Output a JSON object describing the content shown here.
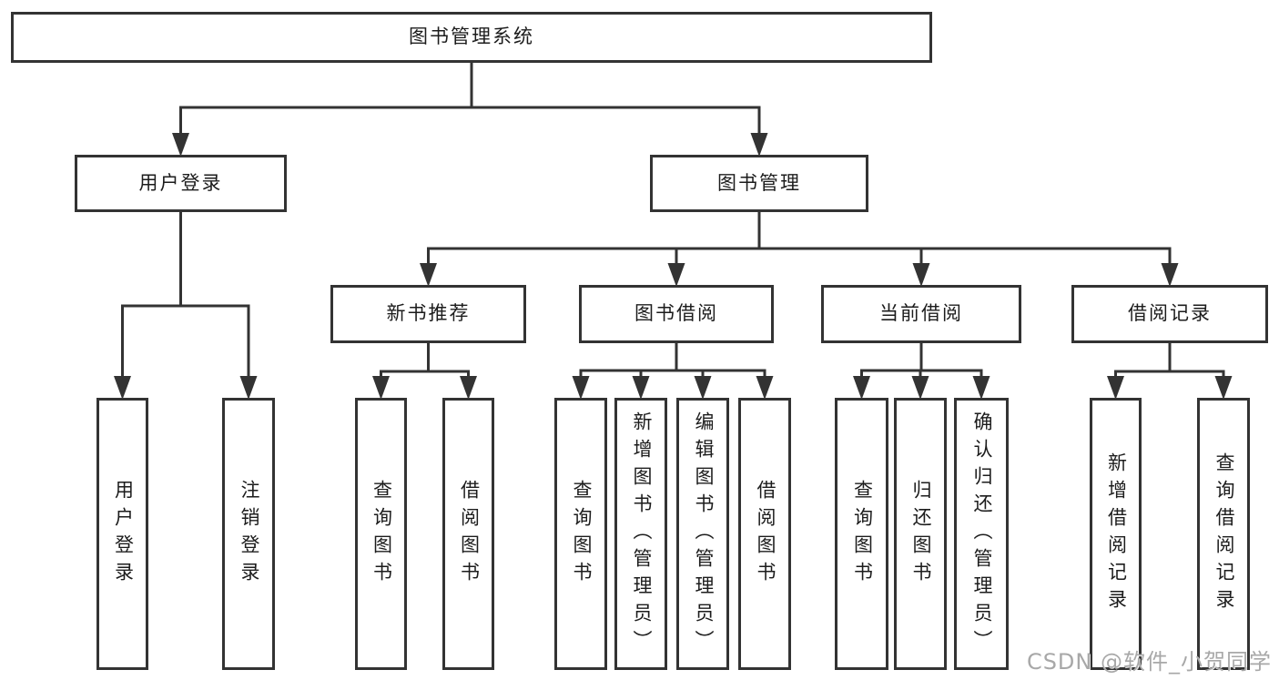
{
  "diagram": {
    "title": "图书管理系统",
    "nodes": [
      {
        "id": "root",
        "label": "图书管理系统",
        "level": 0,
        "parent": null
      },
      {
        "id": "user-login",
        "label": "用户登录",
        "level": 1,
        "parent": "root"
      },
      {
        "id": "book-mgmt",
        "label": "图书管理",
        "level": 1,
        "parent": "root"
      },
      {
        "id": "new-book-rec",
        "label": "新书推荐",
        "level": 2,
        "parent": "book-mgmt"
      },
      {
        "id": "book-borrow",
        "label": "图书借阅",
        "level": 2,
        "parent": "book-mgmt"
      },
      {
        "id": "current-borrow",
        "label": "当前借阅",
        "level": 2,
        "parent": "book-mgmt"
      },
      {
        "id": "borrow-record",
        "label": "借阅记录",
        "level": 2,
        "parent": "book-mgmt"
      },
      {
        "id": "leaf-user-login",
        "label": "用户登录",
        "level": 3,
        "parent": "user-login"
      },
      {
        "id": "leaf-logout",
        "label": "注销登录",
        "level": 3,
        "parent": "user-login"
      },
      {
        "id": "leaf-query-book-1",
        "label": "查询图书",
        "level": 3,
        "parent": "new-book-rec"
      },
      {
        "id": "leaf-borrow-book-1",
        "label": "借阅图书",
        "level": 3,
        "parent": "new-book-rec"
      },
      {
        "id": "leaf-query-book-2",
        "label": "查询图书",
        "level": 3,
        "parent": "book-borrow"
      },
      {
        "id": "leaf-add-book",
        "label": "新增图书（管理员）",
        "level": 3,
        "parent": "book-borrow"
      },
      {
        "id": "leaf-edit-book",
        "label": "编辑图书（管理员）",
        "level": 3,
        "parent": "book-borrow"
      },
      {
        "id": "leaf-borrow-book-2",
        "label": "借阅图书",
        "level": 3,
        "parent": "book-borrow"
      },
      {
        "id": "leaf-query-book-3",
        "label": "查询图书",
        "level": 3,
        "parent": "current-borrow"
      },
      {
        "id": "leaf-return-book",
        "label": "归还图书",
        "level": 3,
        "parent": "current-borrow"
      },
      {
        "id": "leaf-confirm-return",
        "label": "确认归还（管理员）",
        "level": 3,
        "parent": "current-borrow"
      },
      {
        "id": "leaf-add-borrow-record",
        "label": "新增借阅记录",
        "level": 3,
        "parent": "borrow-record"
      },
      {
        "id": "leaf-query-borrow-record",
        "label": "查询借阅记录",
        "level": 3,
        "parent": "borrow-record"
      }
    ]
  },
  "watermark": {
    "text": "CSDN @软件_小贺同学"
  },
  "colors": {
    "line": "#333333",
    "box_border": "#333333",
    "text": "#1c1c1c",
    "background": "#ffffff",
    "watermark": "#a8a8a8"
  }
}
